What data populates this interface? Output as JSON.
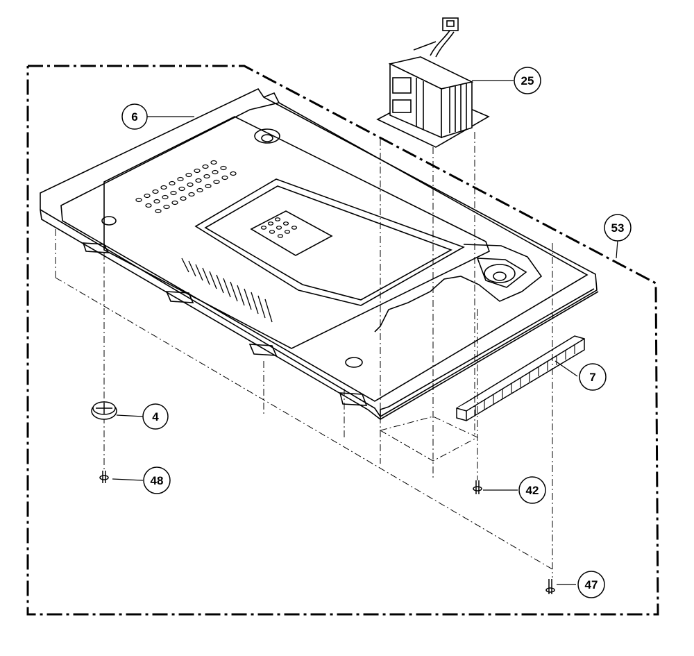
{
  "diagram": {
    "callouts": [
      {
        "id": "c25",
        "label": "25"
      },
      {
        "id": "c6",
        "label": "6"
      },
      {
        "id": "c53",
        "label": "53"
      },
      {
        "id": "c7",
        "label": "7"
      },
      {
        "id": "c4",
        "label": "4"
      },
      {
        "id": "c48",
        "label": "48"
      },
      {
        "id": "c42",
        "label": "42"
      },
      {
        "id": "c47",
        "label": "47"
      }
    ]
  },
  "colors": {
    "ink": "#000000",
    "paper": "#ffffff"
  }
}
